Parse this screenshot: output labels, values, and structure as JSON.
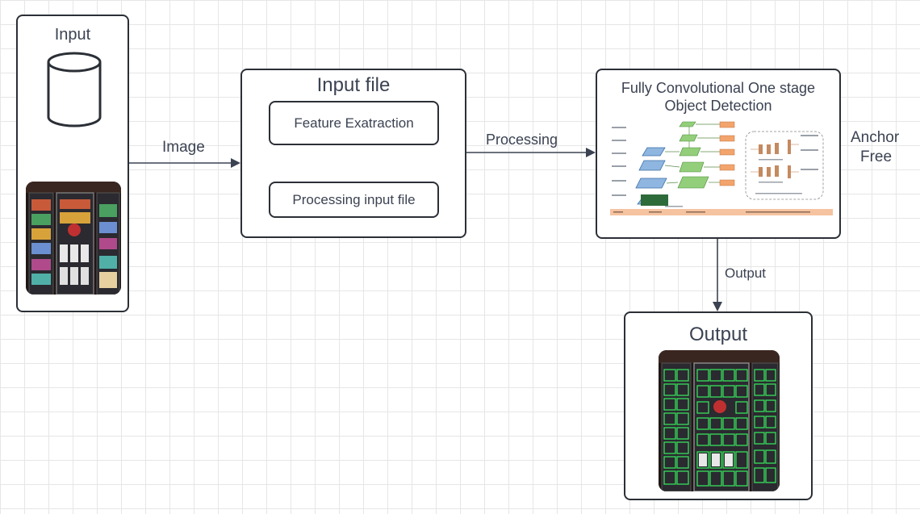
{
  "input_box": {
    "title": "Input"
  },
  "input_file_box": {
    "title": "Input file",
    "step1": "Feature Exatraction",
    "step2": "Processing input file"
  },
  "fcos_box": {
    "title_line1": "Fully Convolutional One stage",
    "title_line2": "Object Detection"
  },
  "output_box": {
    "title": "Output"
  },
  "edges": {
    "image": "Image",
    "processing": "Processing",
    "output": "Output"
  },
  "side_note": {
    "line1": "Anchor",
    "line2": "Free"
  },
  "colors": {
    "stroke": "#2b2f36",
    "text": "#3b4252",
    "fpn_blue": "#8fb6e0",
    "fpn_green": "#93cf7a",
    "head_orange": "#f2a46c",
    "footer_band": "#f6c3a0"
  }
}
